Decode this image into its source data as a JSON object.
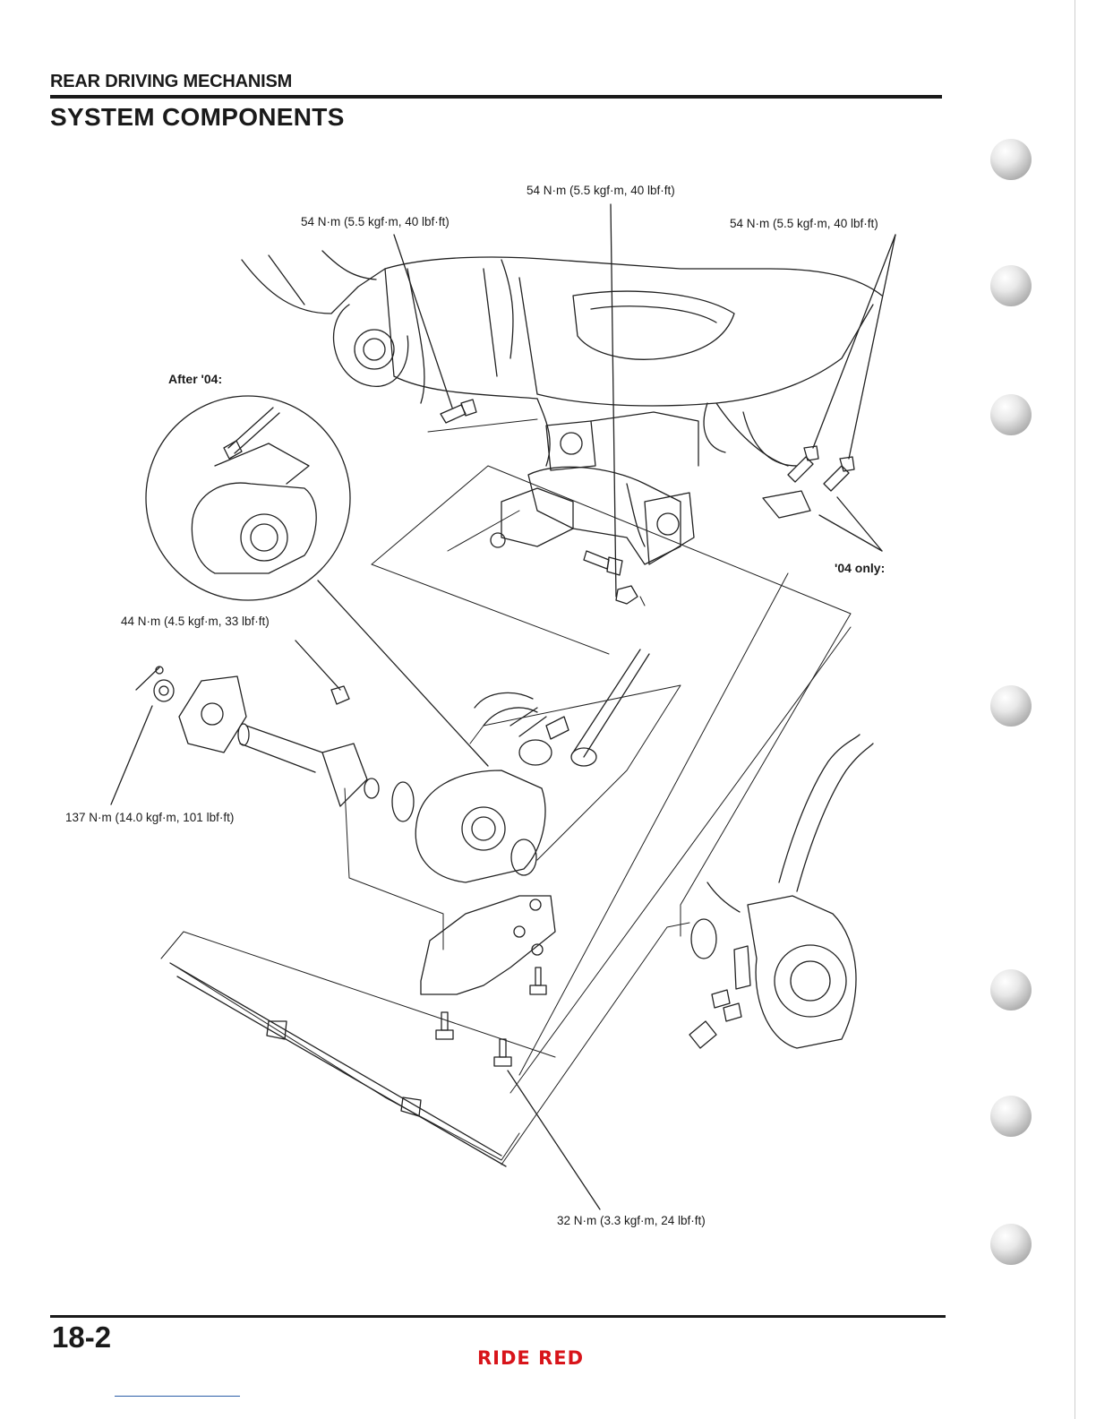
{
  "header": {
    "section": "REAR DRIVING MECHANISM",
    "title": "SYSTEM COMPONENTS"
  },
  "callouts": {
    "torque_top_center": "54 N·m (5.5 kgf·m, 40 lbf·ft)",
    "torque_top_left": "54 N·m (5.5 kgf·m, 40 lbf·ft)",
    "torque_top_right": "54 N·m (5.5 kgf·m, 40 lbf·ft)",
    "after_04": "After '04:",
    "only_04": "'04 only:",
    "torque_flange_nut": "44 N·m (4.5 kgf·m, 33 lbf·ft)",
    "torque_hub_nut": "137 N·m (14.0 kgf·m, 101 lbf·ft)",
    "torque_bracket_bolts": "32 N·m (3.3 kgf·m, 24 lbf·ft)"
  },
  "footer": {
    "page_number": "18-2",
    "brand": "RIDE RED"
  }
}
